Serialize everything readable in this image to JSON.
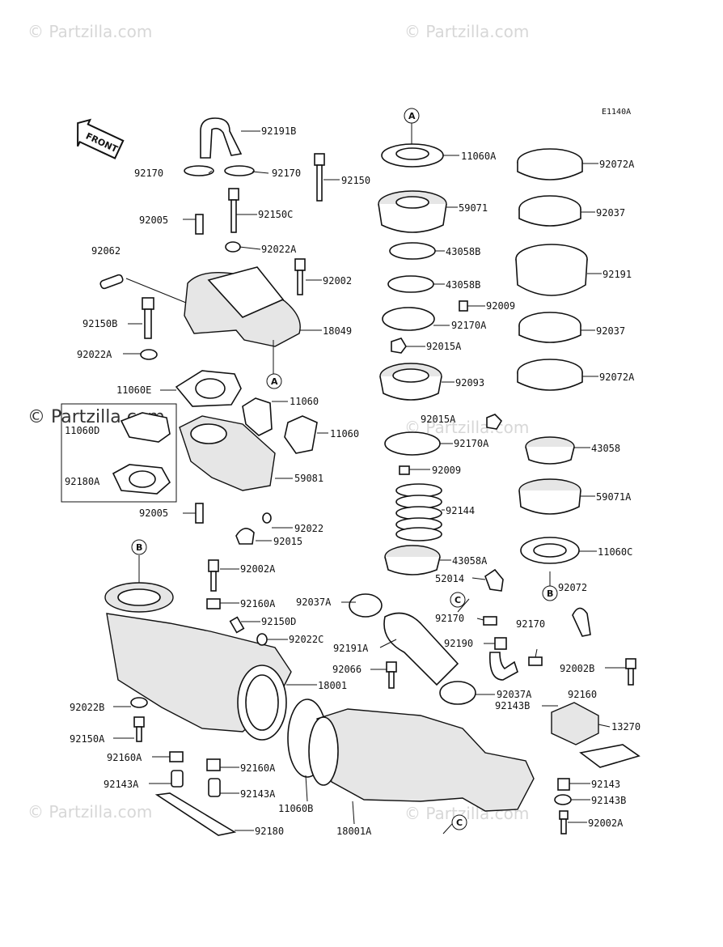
{
  "diagram_code": "E1140A",
  "front_arrow_label": "FRONT",
  "watermarks": [
    "© Partzilla.com",
    "© Partzilla.com",
    "© Partzilla.com",
    "© Partzilla.com",
    "© Partzilla.com",
    "© Partzilla.com"
  ],
  "refs": [
    "A",
    "A",
    "B",
    "B",
    "C",
    "C"
  ],
  "parts": [
    "92191B",
    "92170",
    "92170",
    "92150",
    "92150C",
    "92005",
    "92022A",
    "92062",
    "92002",
    "92150B",
    "18049",
    "92022A",
    "11060E",
    "11060",
    "11060",
    "11060D",
    "92180A",
    "59081",
    "92005",
    "92022",
    "92015",
    "11060A",
    "59071",
    "43058B",
    "43058B",
    "92009",
    "92170A",
    "92015A",
    "92093",
    "92015A",
    "92170A",
    "92009",
    "92144",
    "43058A",
    "52014",
    "92072A",
    "92037",
    "92191",
    "92037",
    "92072A",
    "43058",
    "59071A",
    "11060C",
    "92072",
    "92002A",
    "92160A",
    "92150D",
    "92022C",
    "18001",
    "92022B",
    "92150A",
    "92160A",
    "92143A",
    "92160A",
    "92143A",
    "92180",
    "11060B",
    "18001A",
    "92037A",
    "92191A",
    "92066",
    "92170",
    "92190",
    "92170",
    "92037A",
    "92002B",
    "92160",
    "92143B",
    "13270",
    "92143",
    "92143B",
    "92002A"
  ]
}
